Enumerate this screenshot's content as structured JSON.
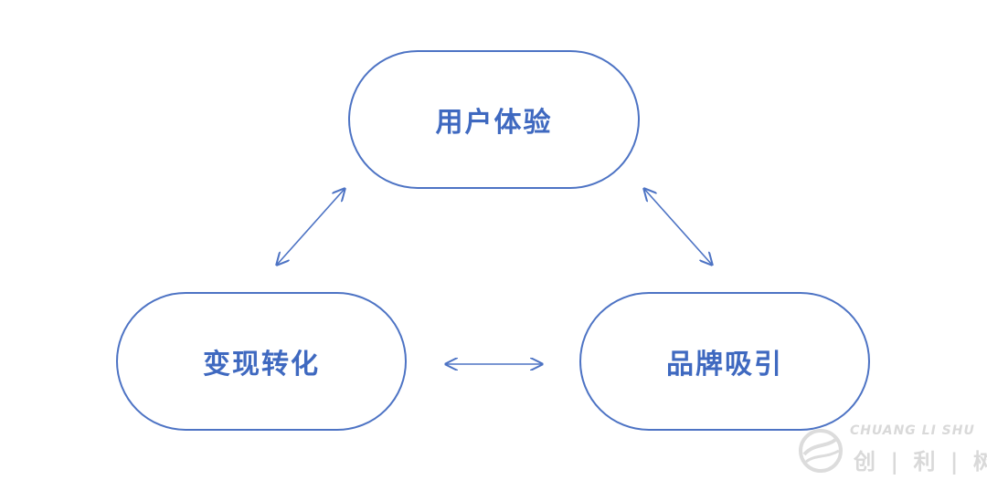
{
  "diagram": {
    "nodes": {
      "top": {
        "label": "用户体验"
      },
      "left": {
        "label": "变现转化"
      },
      "right": {
        "label": "品牌吸引"
      }
    },
    "edges": [
      {
        "from": "top",
        "to": "left",
        "direction": "both"
      },
      {
        "from": "top",
        "to": "right",
        "direction": "both"
      },
      {
        "from": "left",
        "to": "right",
        "direction": "both"
      }
    ],
    "colors": {
      "stroke": "#4d73c4",
      "text": "#3f69c0",
      "watermark": "#d9d9d9"
    }
  },
  "watermark": {
    "latin": "CHUANG LI SHU",
    "chinese": "创 | 利 | 树"
  }
}
